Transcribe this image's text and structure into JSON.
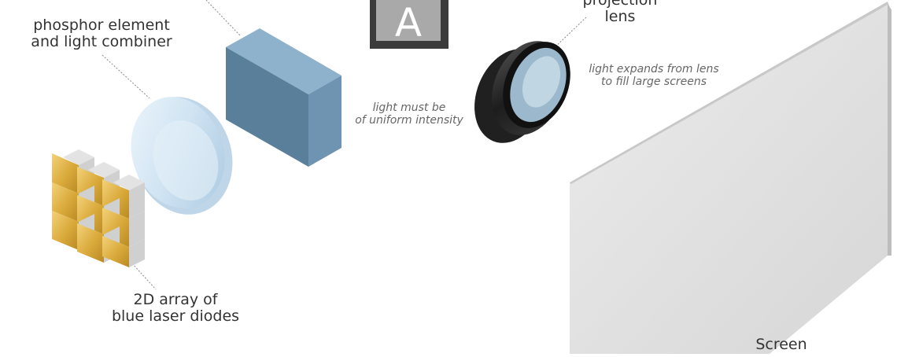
{
  "labels": {
    "phosphor": {
      "line1": "phosphor element",
      "line2": "and light combiner"
    },
    "projection": {
      "line1": "projection",
      "line2": "lens"
    },
    "diodes": {
      "line1": "2D array of",
      "line2": "blue laser diodes"
    },
    "screen": "Screen",
    "uniform": {
      "line1": "light must be",
      "line2": "of uniform intensity"
    },
    "expands": {
      "line1": "light expands from lens",
      "line2": "to fill large screens"
    }
  },
  "image_letter": "A",
  "colors": {
    "block_front": "#5a7f9b",
    "block_top": "#8fb2cc",
    "block_side": "#6e94b2",
    "diode_gold": "#d9a93a",
    "lens_glass": "#cfe3f2",
    "screen_face": "#dcdcdc",
    "screen_edge": "#bdbdbd"
  }
}
